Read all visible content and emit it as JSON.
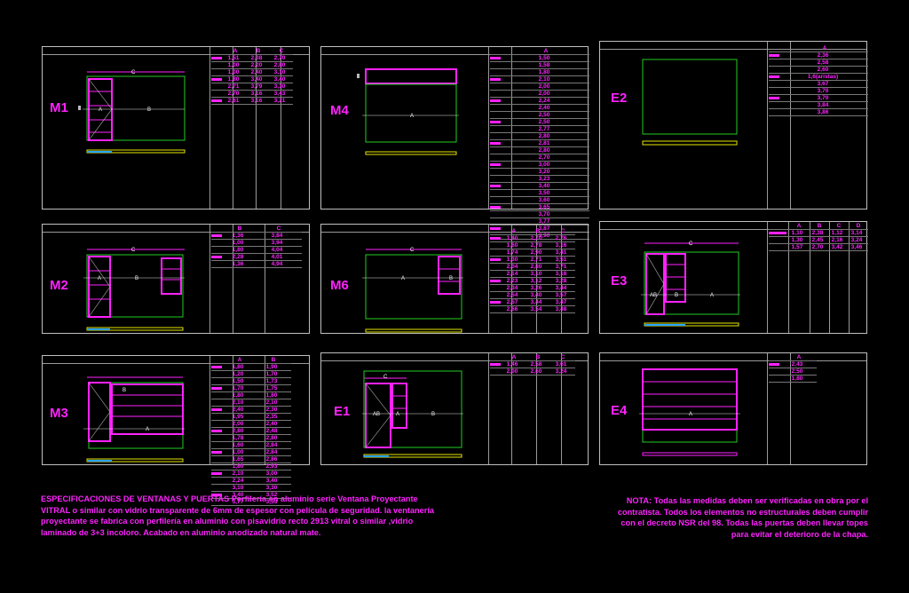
{
  "colors": {
    "background": "#000000",
    "frame": "#bfbfbf",
    "text": "#ff22ff",
    "frame_green": "#22cc22",
    "outline_magenta": "#ff22ff",
    "base_yellow": "#e6e600",
    "accent_cyan": "#29a3ff"
  },
  "panels": {
    "M1": {
      "label": "M1",
      "dims": {
        "c": "C",
        "a": "A",
        "b": "B"
      },
      "table": {
        "headers": [
          "A",
          "B",
          "C"
        ],
        "rows": [
          [
            "1,51",
            "2,38",
            "2,70"
          ],
          [
            "1,00",
            "2,20",
            "2,80"
          ],
          [
            "1,00",
            "2,40",
            "3,10"
          ],
          [
            "1,80",
            "3,40",
            "3,40"
          ],
          [
            "2,71",
            "3,79",
            "3,30"
          ],
          [
            "2,70",
            "3,16",
            "3,43"
          ],
          [
            "2,61",
            "3,16",
            "3,21"
          ]
        ]
      }
    },
    "M4": {
      "label": "M4",
      "dims": {
        "a": "A"
      },
      "table": {
        "headers": [
          "A"
        ],
        "rows": [
          "1,50",
          "1,58",
          "1,80",
          "2,10",
          "2,00",
          "2,00",
          "2,24",
          "2,40",
          "2,50",
          "2,50",
          "2,77",
          "2,80",
          "2,81",
          "2,80",
          "2,70",
          "3,00",
          "3,20",
          "3,23",
          "3,40",
          "3,50",
          "3,60",
          "3,65",
          "3,70",
          "3,77",
          "3,87",
          "3,90"
        ]
      }
    },
    "E2": {
      "label": "E2",
      "table": {
        "headers": [
          "A"
        ],
        "rows": [
          "2,36",
          "2,58",
          "2,60",
          "1,6(aristas)",
          "3,67",
          "3,70",
          "3,70",
          "3,84",
          "3,86"
        ]
      }
    },
    "M2": {
      "label": "M2",
      "dims": {
        "c": "C",
        "a": "A",
        "b": "B"
      },
      "table": {
        "headers": [
          "B",
          "C"
        ],
        "rows": [
          [
            "1,36",
            "3,84"
          ],
          [
            "1,00",
            "3,94"
          ],
          [
            "1,80",
            "4,04"
          ],
          [
            "2,28",
            "4,01"
          ],
          [
            "1,36",
            "4,94"
          ]
        ]
      }
    },
    "M6": {
      "label": "M6",
      "dims": {
        "c": "C",
        "a": "A",
        "b": "B"
      },
      "table": {
        "headers": [
          "A",
          "B",
          "C"
        ],
        "rows": [
          [
            "1,40",
            "2,70",
            "2,76"
          ],
          [
            "1,60",
            "2,78",
            "3,16"
          ],
          [
            "1,74",
            "2,90",
            "3,41"
          ],
          [
            "1,30",
            "2,71",
            "3,51"
          ],
          [
            "2,04",
            "2,80",
            "3,71"
          ],
          [
            "2,14",
            "3,10",
            "3,18"
          ],
          [
            "2,23",
            "3,12",
            "3,28"
          ],
          [
            "2,34",
            "3,26",
            "3,44"
          ],
          [
            "2,54",
            "3,40",
            "3,57"
          ],
          [
            "2,57",
            "3,44",
            "3,47"
          ],
          [
            "2,66",
            "3,54",
            "3,48"
          ]
        ]
      }
    },
    "E3": {
      "label": "E3",
      "dims": {
        "c": "C",
        "a": "A",
        "b": "B",
        "ab": "AB"
      },
      "table": {
        "headers": [
          "A",
          "B",
          "C",
          "D"
        ],
        "rows": [
          [
            "1,10",
            "2,38",
            "1,12",
            "3,14"
          ],
          [
            "1,30",
            "2,45",
            "2,16",
            "3,24"
          ],
          [
            "1,57",
            "2,70",
            "3,42",
            "3,46"
          ]
        ]
      }
    },
    "M3": {
      "label": "M3",
      "dims": {
        "a": "A",
        "b": "B"
      },
      "table": {
        "headers": [
          "A",
          "B"
        ],
        "rows": [
          [
            "1,80",
            "1,90"
          ],
          [
            "1,20",
            "1,70"
          ],
          [
            "1,50",
            "1,73"
          ],
          [
            "1,70",
            "1,75"
          ],
          [
            "1,80",
            "1,80"
          ],
          [
            "2,10",
            "2,10"
          ],
          [
            "2,40",
            "2,30"
          ],
          [
            "1,95",
            "2,35"
          ],
          [
            "2,00",
            "2,40"
          ],
          [
            "2,80",
            "2,48"
          ],
          [
            "1,78",
            "2,80"
          ],
          [
            "1,60",
            "2,84"
          ],
          [
            "1,00",
            "2,84"
          ],
          [
            "1,65",
            "2,86"
          ],
          [
            "1,80",
            "2,93"
          ],
          [
            "2,10",
            "3,00"
          ],
          [
            "2,24",
            "3,40"
          ],
          [
            "3,10",
            "3,30"
          ],
          [
            "3,40",
            "3,52"
          ],
          [
            "3,77",
            "3,53"
          ]
        ]
      }
    },
    "E1": {
      "label": "E1",
      "dims": {
        "c": "C",
        "a": "A",
        "b": "B",
        "ab": "AB"
      },
      "table": {
        "headers": [
          "A",
          "B",
          "C"
        ],
        "rows": [
          [
            "1,46",
            "2,58",
            "3,61"
          ],
          [
            "2,00",
            "2,60",
            "3,24"
          ]
        ]
      }
    },
    "E4": {
      "label": "E4",
      "dims": {
        "a": "A"
      },
      "table": {
        "headers": [
          "A"
        ],
        "rows": [
          "2,43",
          "2,50",
          "1,80"
        ]
      }
    }
  },
  "notes": {
    "specs": "ESPECIFICACIONES DE VENTANAS Y PUERTAS Perfilería en aluminio serie Ventana Proyectante VITRAL o similar con vidrio transparente de 6mm de espesor con película de seguridad. la ventanería proyectante se fabrica con perfilería en aluminio  con pisavidrio recto  2913 vitral o similar ,vidrio laminado de 3+3 incoloro. Acabado en aluminio anodizado natural mate.",
    "nota": "NOTA: Todas las medidas deben ser verificadas en obra por el contratista. Todos los elementos no estructurales deben cumplir con el decreto NSR del 98. Todas las puertas deben llevar topes para evitar el deterioro de la chapa."
  }
}
